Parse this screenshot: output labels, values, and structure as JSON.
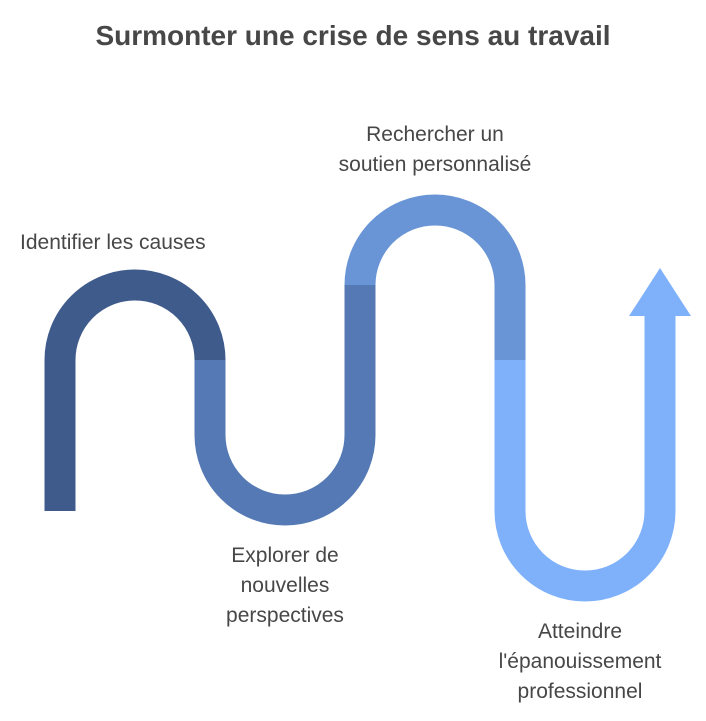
{
  "title": "Surmonter une crise de sens au travail",
  "steps": [
    {
      "lines": [
        "Identifier les causes"
      ],
      "color": "#3f5b8c"
    },
    {
      "lines": [
        "Explorer de",
        "nouvelles",
        "perspectives"
      ],
      "color": "#5479b4"
    },
    {
      "lines": [
        "Rechercher un",
        "soutien personnalisé"
      ],
      "color": "#6994d6"
    },
    {
      "lines": [
        "Atteindre",
        "l'épanouissement",
        "professionnel"
      ],
      "color": "#7fb1fb"
    }
  ]
}
